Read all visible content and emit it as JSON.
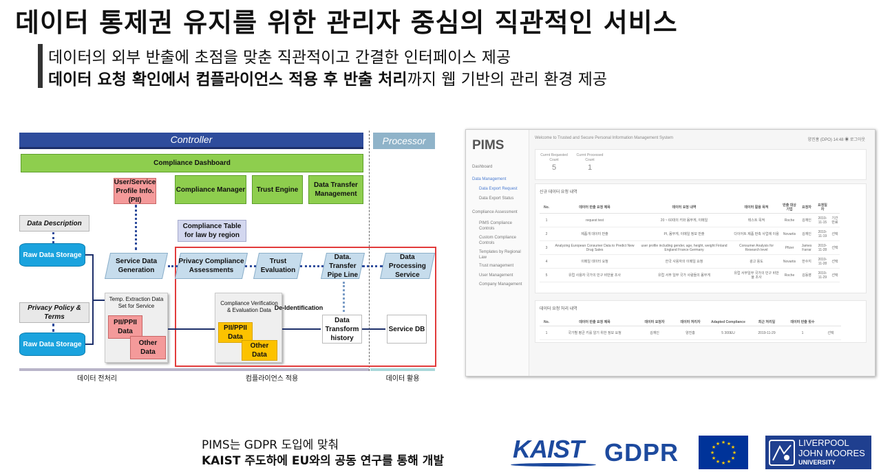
{
  "title": "데이터 통제권 유지를 위한 관리자 중심의 직관적인 서비스",
  "subtitle": {
    "line1": "데이터의 외부 반출에 초점을 맞춘 직관적이고 간결한 인터페이스 제공",
    "line2_bold": "데이터 요청 확인에서 컴플라이언스 적용 후 반출 처리",
    "line2_rest": "까지 웹 기반의 관리 환경 제공"
  },
  "diagram": {
    "controller": "Controller",
    "processor": "Processor",
    "compliance_dashboard": "Compliance Dashboard",
    "profile_info": "User/Service Profile Info. (PII)",
    "compliance_manager": "Compliance Manager",
    "trust_engine": "Trust Engine",
    "data_transfer_mgmt": "Data Transfer Management",
    "data_description": "Data Description",
    "compliance_table": "Compliance Table for law by region",
    "raw_storage_1": "Raw Data Storage",
    "raw_storage_2": "Raw Data Storage",
    "service_data_gen": "Service Data Generation",
    "privacy_assess": "Privacy Compliance Assessments",
    "trust_eval": "Trust Evaluation",
    "transfer_pipe": "Data. Transfer Pipe Line",
    "data_processing": "Data Processing Service",
    "temp_extraction": "Temp. Extraction Data Set for Service",
    "pii_ppii_1": "PII/PPII Data",
    "other_data_1": "Other Data",
    "privacy_policy": "Privacy Policy & Terms",
    "compliance_verif": "Compliance Verification & Evaluation Data",
    "deidentification": "De-Identification",
    "pii_ppii_2": "PII/PPII Data",
    "other_data_2": "Other Data",
    "transform_history": "Data Transform history",
    "service_db": "Service DB",
    "stage_pre": "데이터 전처리",
    "stage_compliance": "컴플라이언스 적용",
    "stage_use": "데이터 활용"
  },
  "pims": {
    "logo": "PIMS",
    "welcome": "Welcome to Trusted and Secure Personal Information Management System",
    "user": "양진홍 (DPO)   14:48   ◉ 로그아웃",
    "sidebar": [
      {
        "label": "Dashboard",
        "level": 0,
        "active": false
      },
      {
        "label": "Data Management",
        "level": 0,
        "active": true
      },
      {
        "label": "Data Export Request",
        "level": 1,
        "active": true
      },
      {
        "label": "Data Export Status",
        "level": 1,
        "active": false
      },
      {
        "label": "Compliance Assessment",
        "level": 0,
        "active": false
      },
      {
        "label": "PIMS Compliance Controls",
        "level": 1,
        "active": false
      },
      {
        "label": "Custom Compliance Controls",
        "level": 1,
        "active": false
      },
      {
        "label": "Templates by Regional Law",
        "level": 1,
        "active": false
      },
      {
        "label": "Trust management",
        "level": 1,
        "active": false
      },
      {
        "label": "User Management",
        "level": 1,
        "active": false
      },
      {
        "label": "Company Management",
        "level": 1,
        "active": false
      }
    ],
    "counts": [
      {
        "label": "Currnt Requested Count",
        "value": "5"
      },
      {
        "label": "Currnt Processed Count",
        "value": "1"
      }
    ],
    "requests": {
      "title": "신규 데이터 요청 내역",
      "headers": [
        "No.",
        "데이터 반출 요청 제목",
        "데이터 요청 내역",
        "데이터 활용 목적",
        "반출 대상 기업",
        "요청자",
        "요청일자",
        ""
      ],
      "rows": [
        [
          "1",
          "request test",
          "20 ~ 60대의 키와 몸무게, 이메일",
          "테스트 목적",
          "Roche",
          "김재인",
          "2019-11-15",
          "기간 만료"
        ],
        [
          "2",
          "제품개 데이터 반출",
          "PI, 몸무게, 이메일 정보 반출",
          "다이어트 제품 판촉 사업에 이용",
          "Novartis",
          "김재인",
          "2019-11-19",
          "선택"
        ],
        [
          "3",
          "Analyzing European Consumer Data to Predict New Drug Sales",
          "user profile including gender, age, height, weight Finland England France Germany",
          "Consumer Analysis for Research level",
          "Pfizer",
          "James Farrar",
          "2019-11-28",
          "선택"
        ],
        [
          "4",
          "이메일 데이터 요청",
          "한국 사용자의 이메일 요청",
          "광고 용도",
          "Novartis",
          "한수지",
          "2019-11-28",
          "선택"
        ],
        [
          "5",
          "유럽 사용자 국가의 민구 비만율 조사",
          "유럽 서부 일부 국가 사람들의 몸무게",
          "유럽 서부일부 국가의 민구 비만율 조사",
          "Roche",
          "김동영",
          "2019-11-29",
          "선택"
        ]
      ]
    },
    "processed": {
      "title": "데이터 요청 처리 내역",
      "headers": [
        "No.",
        "데이터 반출 요청 제목",
        "데이터 요청자",
        "데이터 처리자",
        "Adapted Compliance",
        "최근 처리일",
        "데이터 반출 횟수",
        ""
      ],
      "rows": [
        [
          "1",
          "국가별 평균 키를 알기 위한 정보 요청",
          "김재인",
          "양진홍",
          "5 300EU",
          "2019-11-29",
          "1",
          "선택"
        ]
      ]
    }
  },
  "bottom": {
    "line1": "PIMS는 GDPR 도입에 맞춰",
    "line2": "KAIST 주도하에 EU와의 공동 연구를 통해 개발",
    "kaist": "KAIST",
    "gdpr": "GDPR",
    "ljmu1": "LIVERPOOL",
    "ljmu2": "JOHN MOORES",
    "ljmu3": "UNIVERSITY"
  },
  "colors": {
    "controller": "#2e4c9c",
    "processor": "#8fb3c9",
    "green": "#8ece4e",
    "pink": "#f49a9a",
    "storage": "#1aa3de",
    "red_frame": "#e23a3a",
    "orange": "#fcc200"
  }
}
